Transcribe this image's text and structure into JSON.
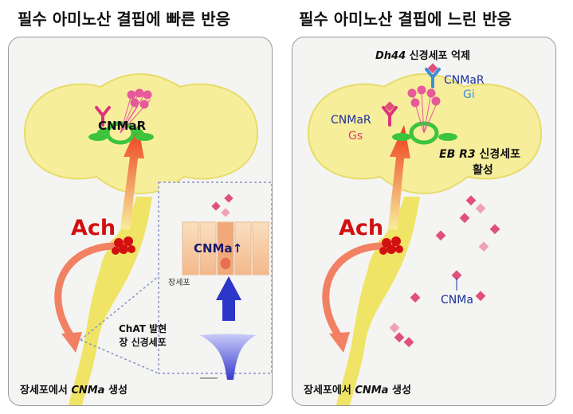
{
  "panels": {
    "left": {
      "title": "필수 아미노산 결핍에 빠른 반응",
      "receptor_label": "CNMaR",
      "ach_label": "Ach",
      "inset": {
        "gut_cell_label": "장세포",
        "cnma_label": "CNMa",
        "up_arrow": "↑",
        "neuron_label_line1": "ChAT 발현",
        "neuron_label_line2": "장 신경세포"
      },
      "bottom_prefix": "장세포에서 ",
      "bottom_gene": "CNMa",
      "bottom_suffix": " 생성"
    },
    "right": {
      "title": "필수 아미노산 결핍에 느린 반응",
      "top_gene": "Dh44",
      "top_suffix": " 신경세포 억제",
      "receptor_gi_label": "CNMaR",
      "gi_label": "Gi",
      "receptor_gs_label": "CNMaR",
      "gs_label": "Gs",
      "eb_gene": "EB R3",
      "eb_suffix": " 신경세포",
      "eb_line2": "활성",
      "ach_label": "Ach",
      "cnma_label": "CNMa",
      "bottom_prefix": "장세포에서 ",
      "bottom_gene": "CNMa",
      "bottom_suffix": " 생성"
    }
  },
  "colors": {
    "brain": "#f7ee9c",
    "brain_outline": "#e6dc6a",
    "neuron": "#f0e466",
    "ring": "#3cc43c",
    "pink_cell": "#e65a9a",
    "ach_red": "#d21010",
    "cnmar_pink": "#e0337a",
    "cnmar_blue": "#3a8fd8",
    "peptide": "#e0507a",
    "blue_arrow": "#2c36c8"
  }
}
